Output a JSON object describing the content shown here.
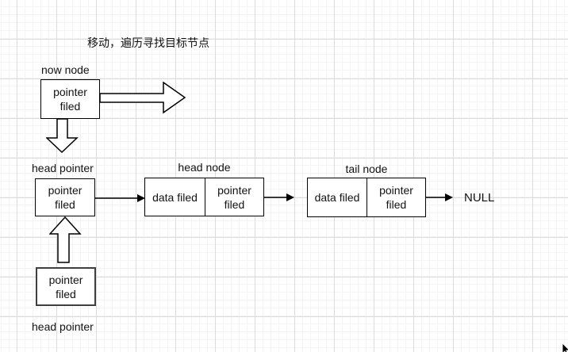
{
  "title": "移动，遍历寻找目标节点",
  "labels": {
    "now_node": "now node",
    "head_pointer_top": "head pointer",
    "head_node": "head node",
    "tail_node": "tail node",
    "head_pointer_bottom": "head pointer",
    "null_terminator": "NULL"
  },
  "boxes": {
    "now_node": {
      "line1": "pointer",
      "line2": "filed"
    },
    "head_pointer": {
      "line1": "pointer",
      "line2": "filed"
    },
    "bottom_pointer": {
      "line1": "pointer",
      "line2": "filed"
    },
    "head_node": {
      "data": "data filed",
      "ptr_line1": "pointer",
      "ptr_line2": "filed"
    },
    "tail_node": {
      "data": "data filed",
      "ptr_line1": "pointer",
      "ptr_line2": "filed"
    }
  },
  "colors": {
    "stroke": "#000000",
    "bottom_box_border": "#3f3f3f",
    "background": "#ffffff",
    "grid_minor": "#f4f4f4",
    "grid_major": "#dcdcdc",
    "text": "#111111"
  },
  "icons": {
    "cursor": "mouse-cursor"
  }
}
